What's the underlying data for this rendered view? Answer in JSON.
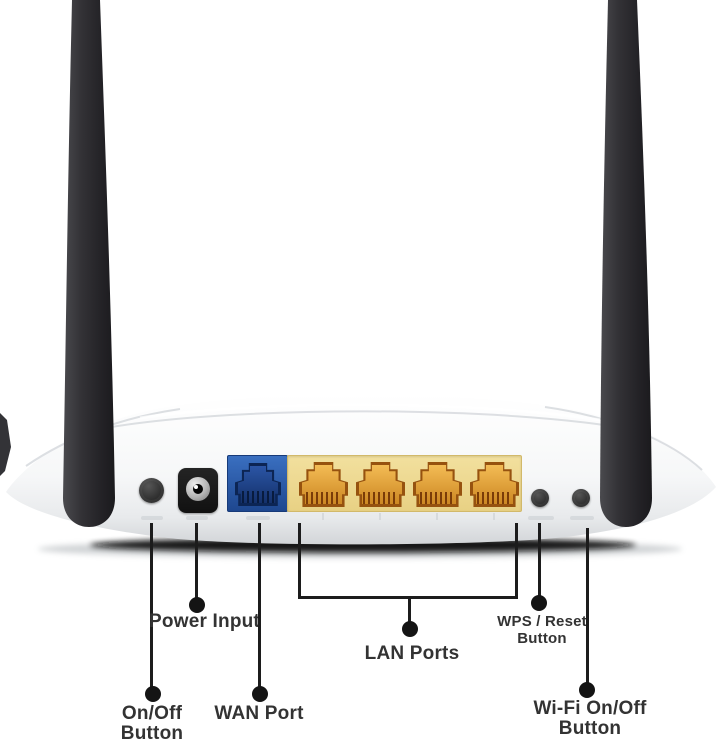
{
  "figure": {
    "name": "wireless-router-rear-panel-diagram",
    "background": "#ffffff",
    "components": [
      {
        "id": "left-antenna",
        "type": "antenna",
        "color": "#2b2b2e"
      },
      {
        "id": "right-antenna",
        "type": "antenna",
        "color": "#2b2b2e"
      },
      {
        "id": "on-off-button",
        "type": "push-button",
        "color": "#333333"
      },
      {
        "id": "power-input-jack",
        "type": "dc-barrel-jack",
        "color": "#1a1a1a"
      },
      {
        "id": "wan-port",
        "type": "rj45-port",
        "color": "#2c5fae"
      },
      {
        "id": "lan-ports",
        "type": "rj45-port-group",
        "count": 4,
        "panel_color": "#efd994",
        "port_color": "#d98f2b"
      },
      {
        "id": "wps-reset-button",
        "type": "push-button",
        "color": "#3a3a3a"
      },
      {
        "id": "wifi-on-off-button",
        "type": "push-button",
        "color": "#3a3a3a"
      }
    ]
  },
  "annotations": {
    "on_off": {
      "line1": "On/Off",
      "line2": "Button"
    },
    "power": {
      "line1": "Power Input"
    },
    "wan": {
      "line1": "WAN Port"
    },
    "lan": {
      "line1": "LAN Ports"
    },
    "wps": {
      "line1": "WPS / Reset",
      "line2": "Button"
    },
    "wifi": {
      "line1": "Wi-Fi On/Off",
      "line2": "Button"
    }
  },
  "style": {
    "callout_line_color": "#1c1c1c",
    "label_color": "#333333",
    "wan_panel_color": "#2c5fae",
    "lan_panel_color": "#efd994",
    "body_color": "#f6f7f8"
  }
}
